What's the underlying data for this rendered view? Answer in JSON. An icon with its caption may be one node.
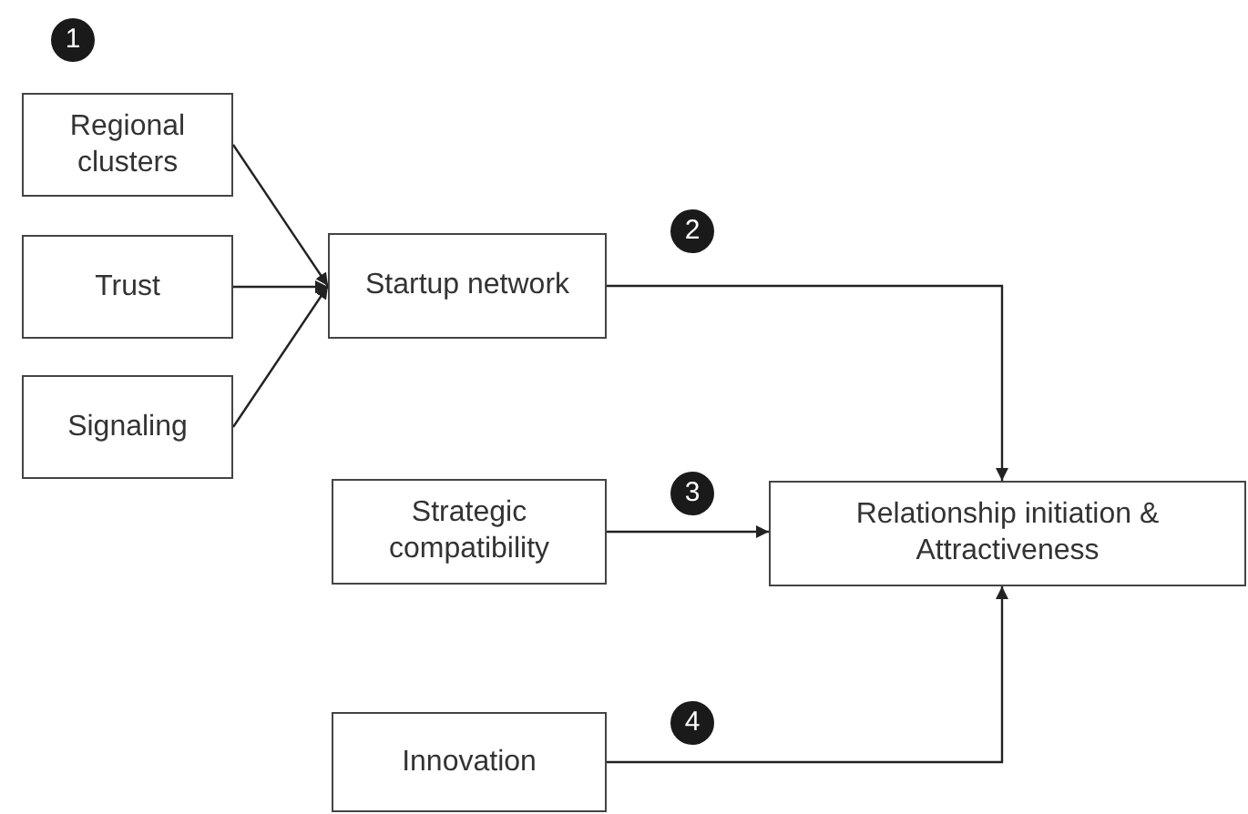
{
  "diagram": {
    "nodes": [
      {
        "text": [
          "Regional clusters"
        ]
      },
      {
        "text": [
          "Trust"
        ]
      },
      {
        "text": [
          "Signaling"
        ]
      },
      {
        "text": [
          "Startup network"
        ]
      },
      {
        "text": [
          "Strategic compatibility"
        ]
      },
      {
        "text": [
          "Relationship initiation & Attractiveness"
        ]
      },
      {
        "text": [
          "Innovation"
        ]
      }
    ],
    "edges": [
      {
        "from": 0,
        "to": 3,
        "arrow": "to"
      },
      {
        "from": 1,
        "to": 3,
        "arrow": "to"
      },
      {
        "from": 2,
        "to": 3,
        "arrow": "to"
      },
      {
        "from": 3,
        "to": 5,
        "arrow": "to"
      },
      {
        "from": 4,
        "to": 5,
        "arrow": "to"
      },
      {
        "from": 6,
        "to": 5,
        "arrow": "to"
      }
    ],
    "labels": [
      "1",
      "2",
      "3",
      "4"
    ]
  }
}
